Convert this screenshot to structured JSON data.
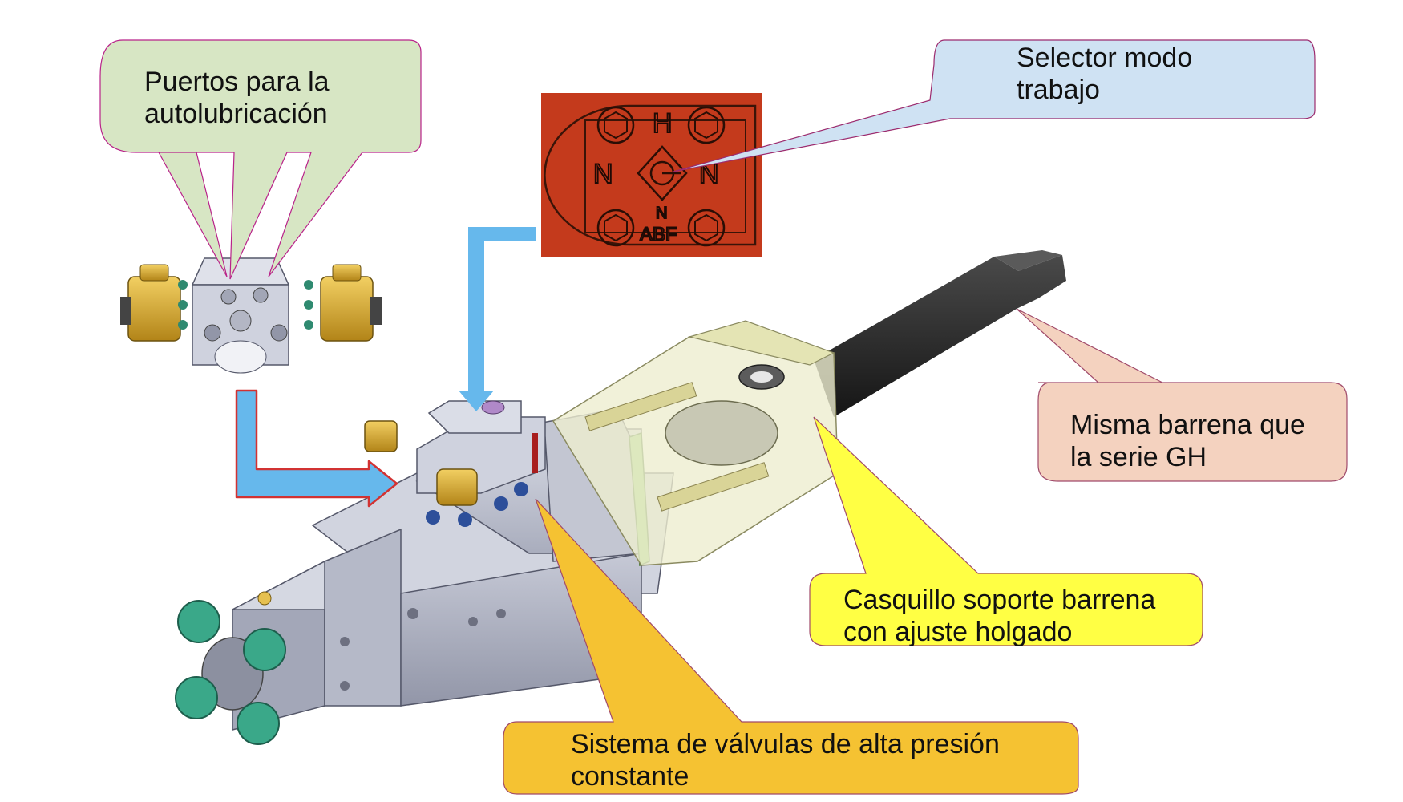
{
  "callouts": {
    "autolubrication": {
      "line1": "Puertos para la",
      "line2": "autolubricación"
    },
    "selector": {
      "line1": "Selector modo",
      "line2": "trabajo"
    },
    "drill_bit": {
      "line1": "Misma barrena que",
      "line2": "la serie GH"
    },
    "bushing": {
      "line1": "Casquillo soporte barrena",
      "line2": "con ajuste holgado"
    },
    "valves": {
      "line1": "Sistema de válvulas de alta presión",
      "line2": "constante"
    }
  },
  "selector_plate": {
    "top_letter": "H",
    "left_letter": "N",
    "right_letter": "N",
    "bottom_small_letter": "N",
    "bottom_label": "ABF"
  },
  "colors": {
    "green_callout": "#d7e6c4",
    "blue_callout": "#cfe2f3",
    "salmon_callout": "#f4d2bf",
    "yellow_callout": "#ffff44",
    "gold_callout": "#f5c232",
    "selector_plate": "#c43a1c",
    "arrow_blue": "#66b8ec",
    "arrow_red_outline": "#d23232"
  }
}
